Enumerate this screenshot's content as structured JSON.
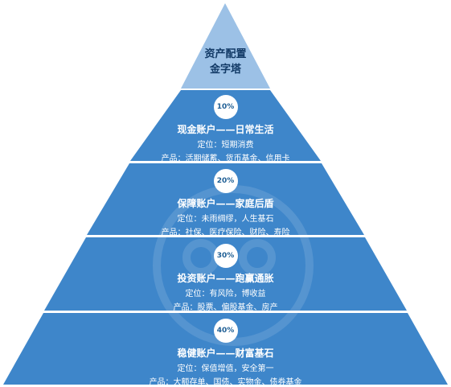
{
  "apex": {
    "line1": "资产配置",
    "line2": "金字塔"
  },
  "tiers": [
    {
      "percent": "10%",
      "title": "现金账户——日常生活",
      "position": "定位：短期消费",
      "products": "产品：活期储蓄、货币基金、信用卡"
    },
    {
      "percent": "20%",
      "title": "保障账户——家庭后盾",
      "position": "定位：未雨绸缪，人生基石",
      "products": "产品：社保、医疗保险、财险、寿险"
    },
    {
      "percent": "30%",
      "title": "投资账户——跑赢通胀",
      "position": "定位：有风险，博收益",
      "products": "产品：股票、偏股基金、房产"
    },
    {
      "percent": "40%",
      "title": "稳健账户——财富基石",
      "position": "定位：保值增值，安全第一",
      "products": "产品：大额存单、国债、实物金、债券基金"
    }
  ],
  "colors": {
    "apex": "#9cc1e6",
    "tier": "#3e86ca",
    "separator": "#ffffff",
    "badge_text": "#1f5f95"
  }
}
